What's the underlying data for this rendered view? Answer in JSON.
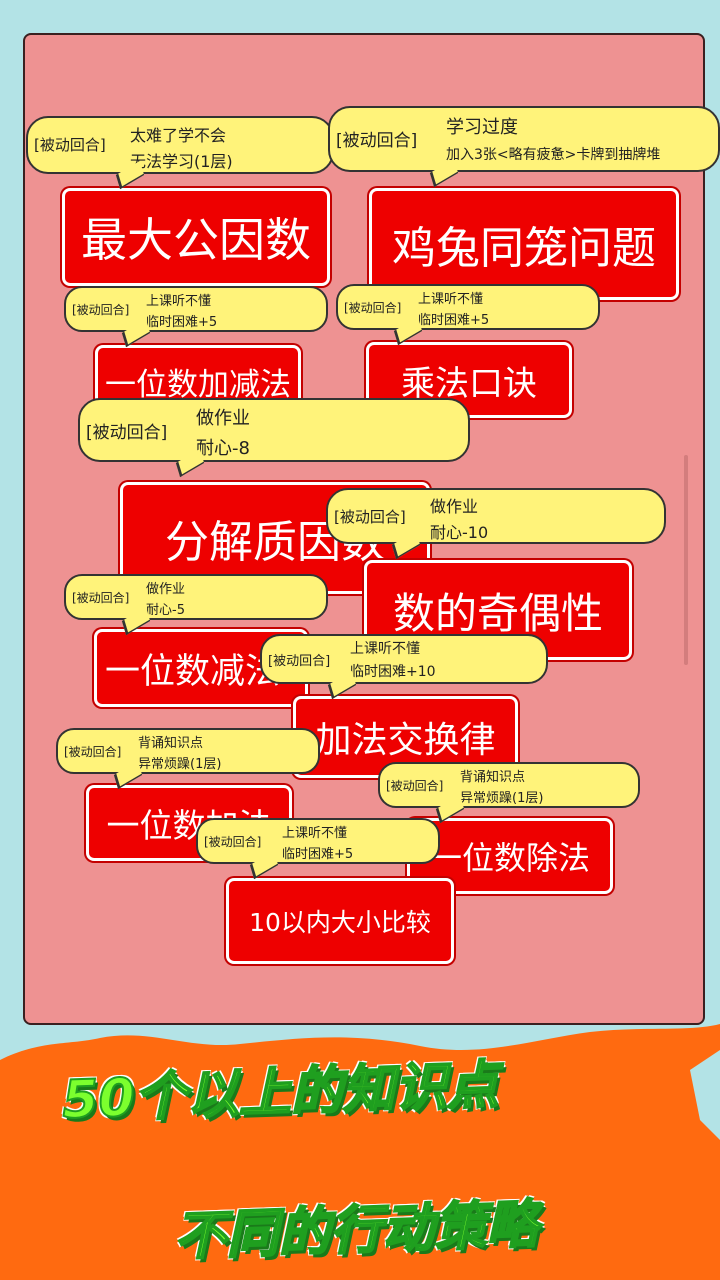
{
  "cards": [
    {
      "id": "card-gcd",
      "text": "最大公因数"
    },
    {
      "id": "card-chicken-rabbit",
      "text": "鸡兔同笼问题"
    },
    {
      "id": "card-one-digit-add-sub",
      "text": "一位数加减法"
    },
    {
      "id": "card-multiplication-table",
      "text": "乘法口诀"
    },
    {
      "id": "card-prime-factorization",
      "text": "分解质因数"
    },
    {
      "id": "card-parity",
      "text": "数的奇偶性"
    },
    {
      "id": "card-one-digit-sub",
      "text": "一位数减法"
    },
    {
      "id": "card-commutative-law",
      "text": "加法交换律"
    },
    {
      "id": "card-one-digit-add",
      "text": "一位数加法"
    },
    {
      "id": "card-one-digit-division",
      "text": "一位数除法"
    },
    {
      "id": "card-compare-within-10",
      "text": "10以内大小比较"
    }
  ],
  "bubbles": [
    {
      "tag": "[被动回合]",
      "line1": "太难了学不会",
      "line2": "无法学习(1层)"
    },
    {
      "tag": "[被动回合]",
      "line1": "学习过度",
      "line2": "加入3张<略有疲惫>卡牌到抽牌堆"
    },
    {
      "tag": "[被动回合]",
      "line1": "上课听不懂",
      "line2": "临时困难+5"
    },
    {
      "tag": "[被动回合]",
      "line1": "上课听不懂",
      "line2": "临时困难+5"
    },
    {
      "tag": "[被动回合]",
      "line1": "做作业",
      "line2": "耐心-8"
    },
    {
      "tag": "[被动回合]",
      "line1": "做作业",
      "line2": "耐心-10"
    },
    {
      "tag": "[被动回合]",
      "line1": "做作业",
      "line2": "耐心-5"
    },
    {
      "tag": "[被动回合]",
      "line1": "上课听不懂",
      "line2": "临时困难+10"
    },
    {
      "tag": "[被动回合]",
      "line1": "背诵知识点",
      "line2": "异常烦躁(1层)"
    },
    {
      "tag": "[被动回合]",
      "line1": "背诵知识点",
      "line2": "异常烦躁(1层)"
    },
    {
      "tag": "[被动回合]",
      "line1": "上课听不懂",
      "line2": "临时困难+5"
    }
  ],
  "promo": {
    "line1": "50个以上的知识点",
    "line2": "不同的行动策略"
  },
  "colors": {
    "background": "#b3e3e6",
    "panel": "#ee9292",
    "card": "#ee0000",
    "bubble": "#fff37a",
    "banner": "#ff6a10",
    "promo_text": "#7cff2e"
  }
}
